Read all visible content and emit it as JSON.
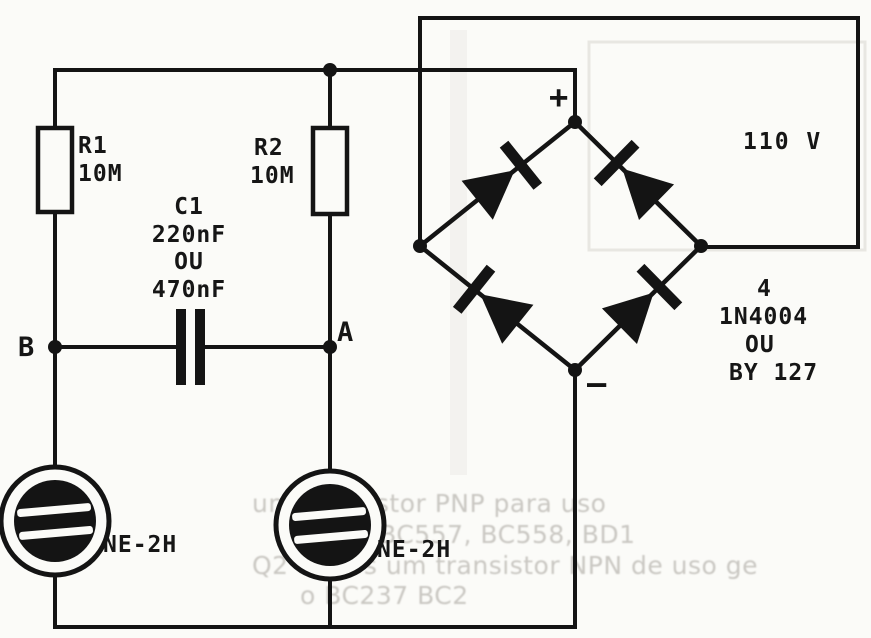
{
  "colors": {
    "ink": "#141414",
    "paper": "#fbfbf8",
    "ghost_text": "#b5b2ac"
  },
  "circuit": {
    "r1": {
      "ref": "R1",
      "value": "10M"
    },
    "r2": {
      "ref": "R2",
      "value": "10M"
    },
    "c1": {
      "ref": "C1",
      "value": "220nF",
      "or": "OU",
      "alt_value": "470nF"
    },
    "nodes": {
      "a": "A",
      "b": "B"
    },
    "bridge": {
      "plus": "+",
      "minus": "–",
      "quantity": "4",
      "part": "1N4004",
      "or": "OU",
      "alt_part": "BY 127"
    },
    "mains": {
      "label": "110 V"
    },
    "lamps": {
      "lamp1": "NE-2H",
      "lamp2": "NE-2H"
    }
  },
  "bleedthrough": {
    "line1": "um transistor PNP para uso",
    "line2": "como   BC557, BC558, BD1",
    "line3": "Q2 temos um transistor NPN de uso ge",
    "line4": "o  BC237   BC2"
  }
}
